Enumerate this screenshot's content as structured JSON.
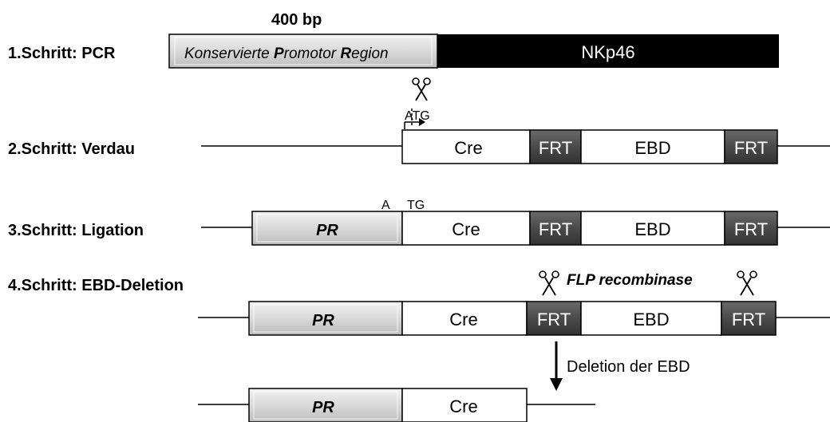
{
  "steps": {
    "step1": "1.Schritt: PCR",
    "step2": "2.Schritt: Verdau",
    "step3": "3.Schritt: Ligation",
    "step4": "4.Schritt: EBD-Deletion"
  },
  "bp_label": "400 bp",
  "promoter_region": {
    "w1": "Konservierte ",
    "b1": "P",
    "w2": "romotor ",
    "b2": "R",
    "w3": "egion"
  },
  "nkp46_label": "NKp46",
  "atg_label": "ATG",
  "atg_a": "A",
  "atg_tg": "TG",
  "cre_label": "Cre",
  "frt_label": "FRT",
  "ebd_label": "EBD",
  "pr_label": "PR",
  "flp_label": "FLP recombinase",
  "deletion_label": "Deletion der EBD",
  "colors": {
    "black_segment": "#000000",
    "frt_fill": "#4a4a4a",
    "pr_fill": "#dcdcdc",
    "white_box": "#ffffff"
  },
  "icons": [
    "scissors-icon",
    "arrow-down-icon",
    "arrow-right-icon"
  ]
}
